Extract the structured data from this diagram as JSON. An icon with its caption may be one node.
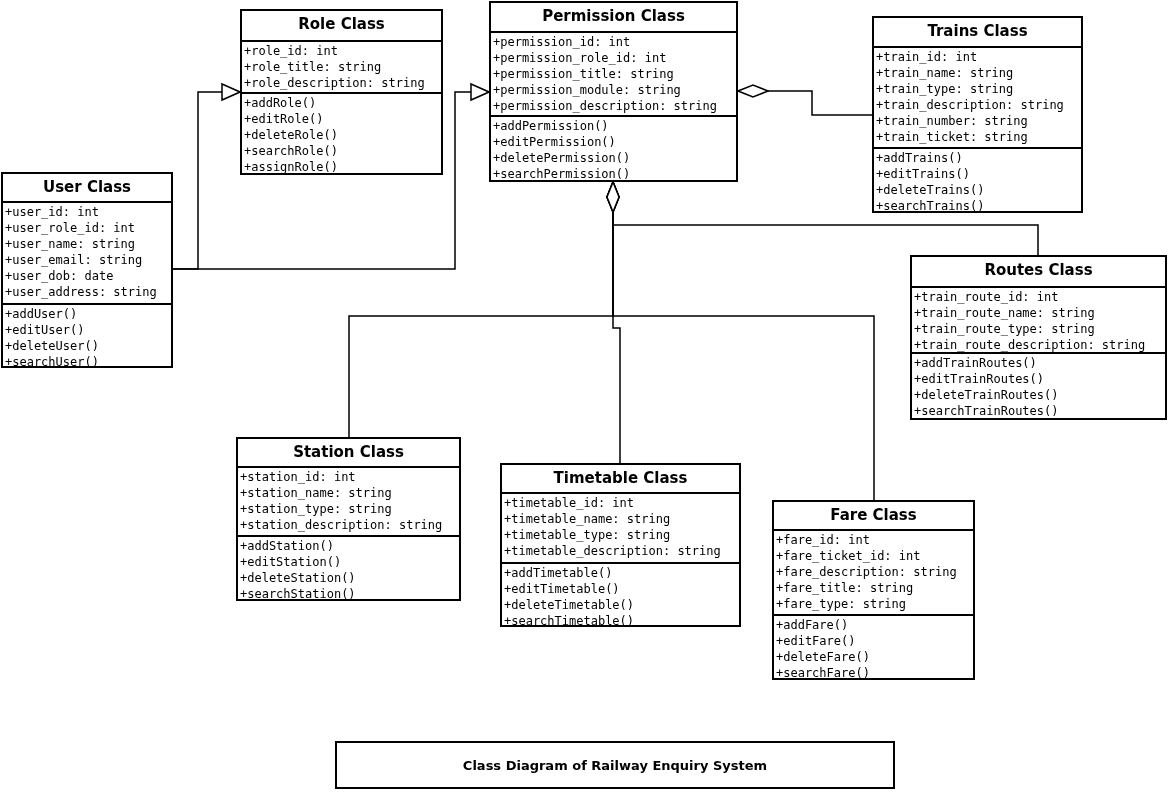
{
  "diagram": {
    "title": "Class Diagram of Railway Enquiry System",
    "nodes": [
      {
        "text": [
          "User Class"
        ]
      },
      {
        "text": [
          "+user_id: int",
          "+user_role_id: int",
          "+user_name: string",
          "+user_email: string",
          "+user_dob: date",
          "+user_address: string"
        ],
        "in": 0
      },
      {
        "text": [
          "+addUser()",
          "+editUser()",
          "+deleteUser()",
          "+searchUser()"
        ],
        "in": 0
      },
      {
        "text": [
          "Role Class"
        ]
      },
      {
        "text": [
          "+role_id: int",
          "+role_title: string",
          "+role_description: string"
        ],
        "in": 3
      },
      {
        "text": [
          "+addRole()",
          "+editRole()",
          "+deleteRole()",
          "+searchRole()",
          "+assignRole()"
        ],
        "in": 3
      },
      {
        "text": [
          "Permission Class"
        ]
      },
      {
        "text": [
          "+permission_id: int",
          "+permission_role_id: int",
          "+permission_title: string",
          "+permission_module: string",
          "+permission_description: string"
        ],
        "in": 6
      },
      {
        "text": [
          "+addPermission()",
          "+editPermission()",
          "+deletePermission()",
          "+searchPermission()"
        ],
        "in": 6
      },
      {
        "text": [
          "Trains Class"
        ]
      },
      {
        "text": [
          "+train_id: int",
          "+train_name: string",
          "+train_type: string",
          "+train_description: string",
          "+train_number: string",
          "+train_ticket: string"
        ],
        "in": 9
      },
      {
        "text": [
          "+addTrains()",
          "+editTrains()",
          "+deleteTrains()",
          "+searchTrains()"
        ],
        "in": 9
      },
      {
        "text": [
          "Routes Class"
        ]
      },
      {
        "text": [
          "+train_route_id: int",
          "+train_route_name: string",
          "+train_route_type: string",
          "+train_route_description: string"
        ],
        "in": 12
      },
      {
        "text": [
          "+addTrainRoutes()",
          "+editTrainRoutes()",
          "+deleteTrainRoutes()",
          "+searchTrainRoutes()"
        ],
        "in": 12
      },
      {
        "text": [
          "Station Class"
        ]
      },
      {
        "text": [
          "+station_id: int",
          "+station_name: string",
          "+station_type: string",
          "+station_description: string"
        ],
        "in": 15
      },
      {
        "text": [
          "+addStation()",
          "+editStation()",
          "+deleteStation()",
          "+searchStation()"
        ],
        "in": 15
      },
      {
        "text": [
          "Timetable Class"
        ]
      },
      {
        "text": [
          "+timetable_id: int",
          "+timetable_name: string",
          "+timetable_type: string",
          "+timetable_description: string"
        ],
        "in": 18
      },
      {
        "text": [
          "+addTimetable()",
          "+editTimetable()",
          "+deleteTimetable()",
          "+searchTimetable()"
        ],
        "in": 18
      },
      {
        "text": [
          "Fare Class"
        ]
      },
      {
        "text": [
          "+fare_id: int",
          "+fare_ticket_id: int",
          "+fare_description: string",
          "+fare_title: string",
          "+fare_type: string"
        ],
        "in": 21
      },
      {
        "text": [
          "+addFare()",
          "+editFare()",
          "+deleteFare()",
          "+searchFare()"
        ],
        "in": 21
      }
    ],
    "edges": [
      {
        "from": 0,
        "to": 3,
        "arrow": "to"
      },
      {
        "from": 0,
        "to": 6,
        "arrow": "to"
      },
      {
        "from": 9,
        "to": 6,
        "arrow": "other"
      },
      {
        "from": 12,
        "to": 6,
        "arrow": "other"
      },
      {
        "from": 15,
        "to": 6,
        "arrow": "other"
      },
      {
        "from": 18,
        "to": 6,
        "arrow": "other"
      },
      {
        "from": 21,
        "to": 6,
        "arrow": "other"
      }
    ]
  }
}
